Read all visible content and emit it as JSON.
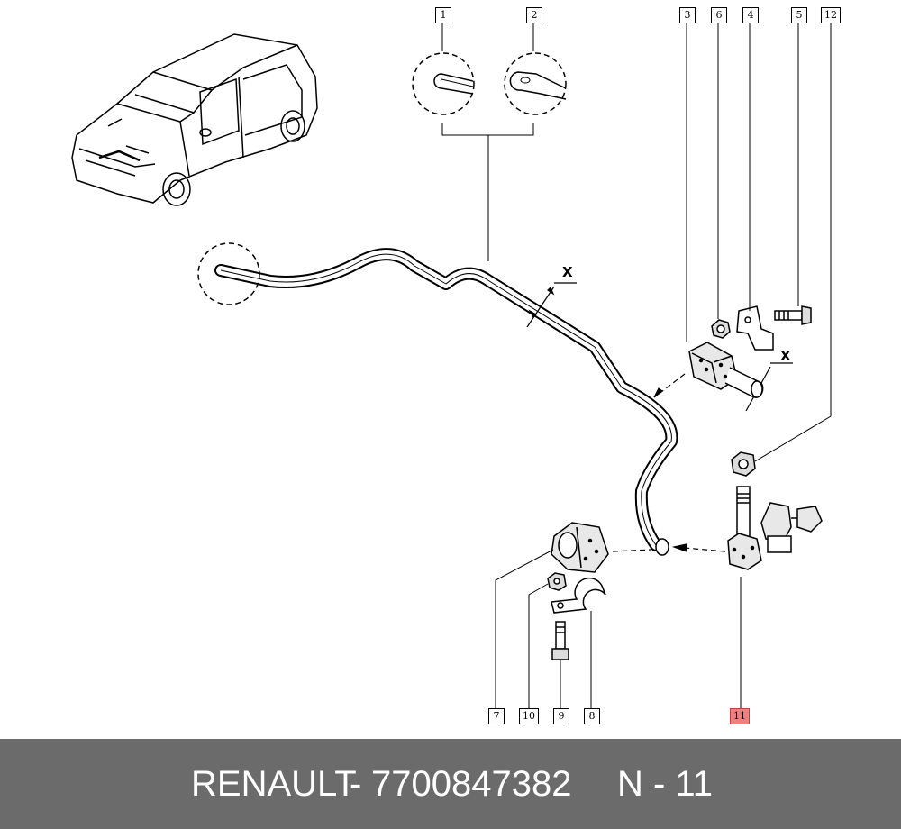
{
  "callouts": {
    "c1": "1",
    "c2": "2",
    "c3": "3",
    "c4": "4",
    "c5": "5",
    "c6": "6",
    "c7": "7",
    "c8": "8",
    "c9": "9",
    "c10": "10",
    "c11": "11",
    "c12": "12"
  },
  "dimension_labels": {
    "x1": "X",
    "x2": "X"
  },
  "footer": {
    "brand": "RENAULT",
    "separator": "-",
    "part_number": "7700847382",
    "reference": "N - 11"
  },
  "colors": {
    "footer_bg": "#6b6b6b",
    "highlight": "#f08080"
  }
}
